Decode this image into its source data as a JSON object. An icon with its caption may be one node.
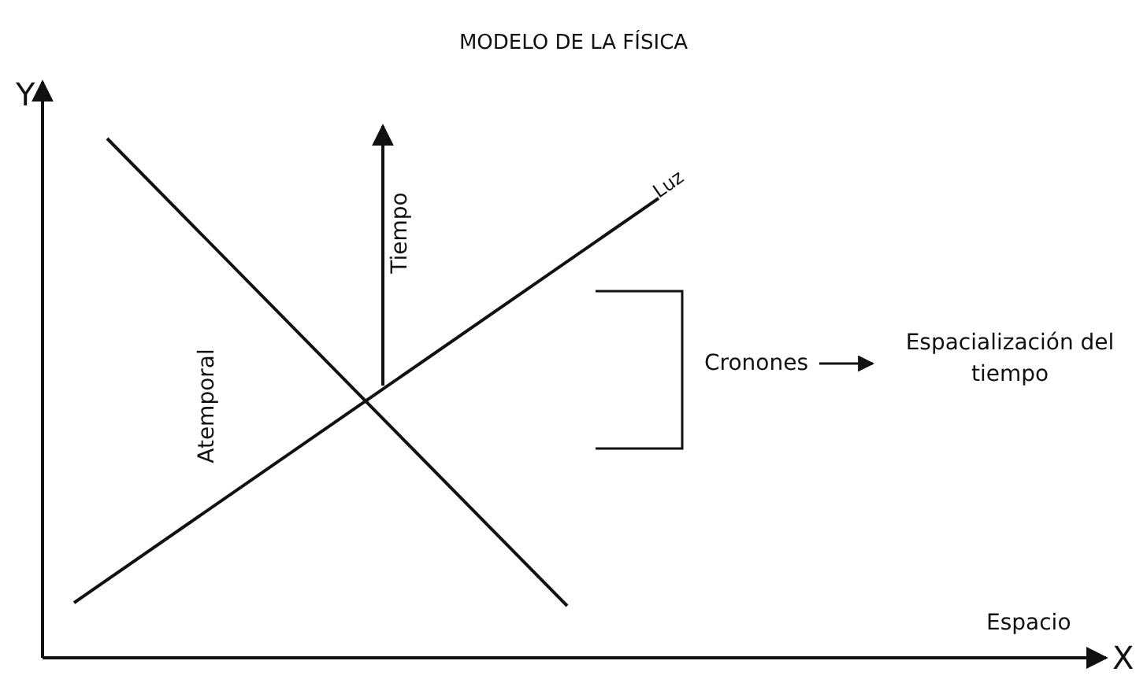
{
  "diagram": {
    "title": "MODELO DE LA FÍSICA",
    "nodes": [
      {
        "text": [
          "Cronones"
        ]
      },
      {
        "text": [
          "Espacialización del tiempo"
        ]
      }
    ],
    "edges": [
      {
        "from": 0,
        "to": 1,
        "arrow": "to"
      }
    ],
    "labels": [
      "Y",
      "Luz",
      "Tiempo",
      "Atemporal",
      "Espacio",
      "X"
    ]
  }
}
